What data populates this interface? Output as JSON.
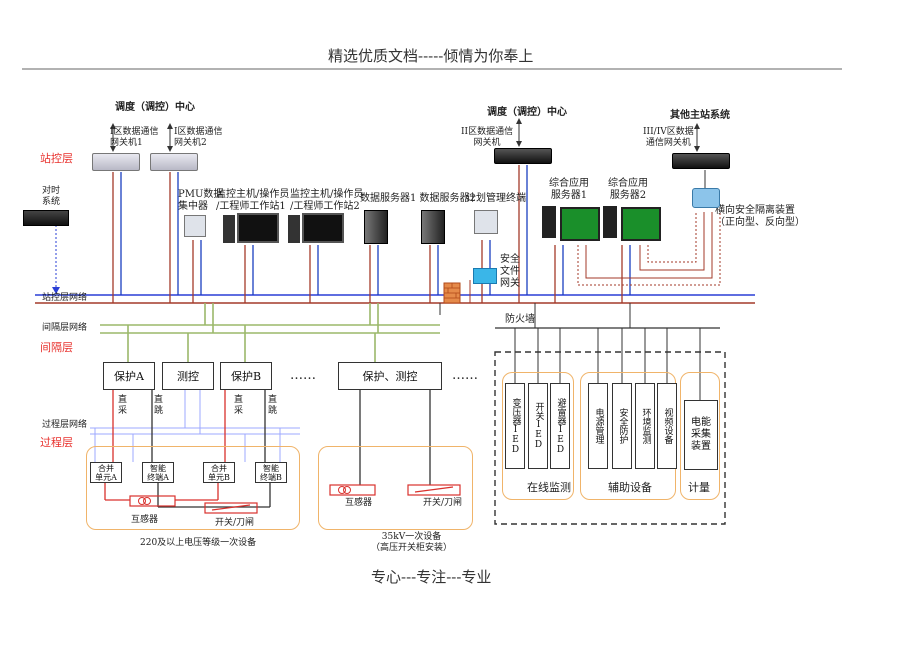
{
  "page": {
    "header": "精选优质文档-----倾情为你奉上",
    "footer": "专心---专注---专业"
  },
  "layers": {
    "station": "站控层",
    "bay": "间隔层",
    "process": "过程层"
  },
  "networks": {
    "station": "站控层网络",
    "bay": "间隔层网络",
    "process": "过程层网络"
  },
  "top": {
    "dispatch_left": "调度（调控）中心",
    "gw1": "I区数据通信\n网关机1",
    "gw2": "I区数据通信\n网关机2",
    "dispatch_mid": "调度（调控）中心",
    "gw_mid": "II区数据通信\n网关机",
    "other_main": "其他主站系统",
    "gw_right": "III/IV区数据\n通信网关机"
  },
  "station_devices": {
    "time_sync": "对时\n系统",
    "pmu": "PMU数据\n集中器",
    "host1": "监控主机/操作员\n/工程师工作站1",
    "host2": "监控主机/操作员\n/工程师工作站2",
    "data_server": "数据服务器1 数据服务器2",
    "plan_terminal": "计划管理终端",
    "app_server1": "综合应用\n服务器1",
    "app_server2": "综合应用\n服务器2",
    "secure_gateway": "安全\n文件\n网关",
    "isolation": "横向安全隔离装置\n（正向型、反向型）",
    "firewall": "防火墙"
  },
  "bay_devices": {
    "protA": "保护A",
    "measure": "测控",
    "protB": "保护B",
    "dots1": "……",
    "prot_measure": "保护、测控",
    "dots2": "……"
  },
  "signals": {
    "a1": "直\n采",
    "a2": "直\n跳",
    "b1": "直\n采",
    "b2": "直\n跳"
  },
  "process_devices": {
    "mu_a": "合并\n单元A",
    "it_a": "智能\n终端A",
    "mu_b": "合并\n单元B",
    "it_b": "智能\n终端B",
    "ct": "互感器",
    "switch": "开关/刀闸",
    "ct2": "互感器",
    "switch2": "开关/刀闸"
  },
  "groups": {
    "hv": "220及以上电压等级一次设备",
    "kv35": "35kV一次设备\n（高压开关柜安装）",
    "online": "在线监测",
    "aux": "辅助设备",
    "metering": "计量"
  },
  "online_items": [
    "变压器IED",
    "开关IED",
    "避雷器IED"
  ],
  "aux_items": [
    "电源管理",
    "安全防护",
    "环境监测",
    "视频设备"
  ],
  "meter_item": "电能采集装置",
  "colors": {
    "red_label": "#e8312d",
    "station_bus": "#2a3fd6",
    "red_wire": "#a33a2a",
    "blue_wire": "#1a3fc0",
    "green_bus": "#9bb86a",
    "orange_frame": "#f0b46a"
  }
}
